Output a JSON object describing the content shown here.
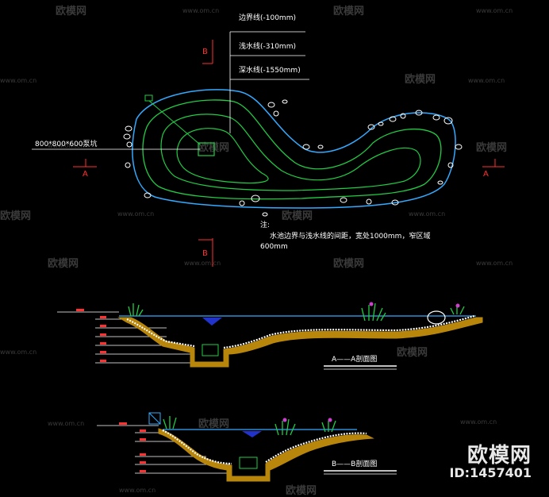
{
  "legend": {
    "boundary": "边界线(-100mm)",
    "shallow": "浅水线(-310mm)",
    "deep": "深水线(-1550mm)"
  },
  "pump_pit": "800*800*600泵坑",
  "note_title": "注:",
  "note_body_1": "水池边界与浅水线的间距，宽处1000mm，窄区域",
  "note_body_2": "600mm",
  "section_marks": {
    "A_left": "A",
    "A_right": "A",
    "B_top": "B",
    "B_bottom": "B"
  },
  "section_a_title": "A——A剖面图",
  "section_b_title": "B——B剖面图",
  "watermark": {
    "brand": "欧模网",
    "url": "www.om.cn"
  },
  "brand_badge": {
    "name": "欧模网",
    "id": "ID:1457401"
  },
  "colors": {
    "water": "#33aaff",
    "shallow": "#22cc44",
    "red": "#ff3030",
    "ground": "#b8860b"
  }
}
